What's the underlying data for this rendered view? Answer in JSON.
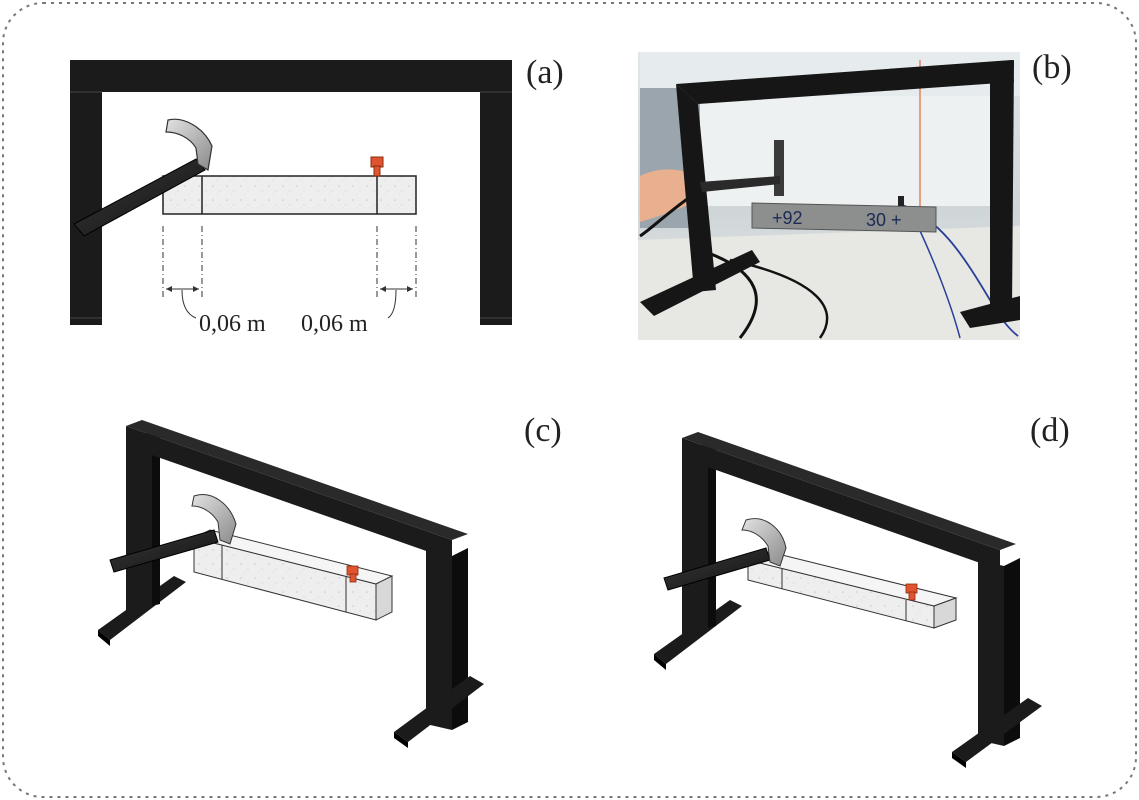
{
  "panels": {
    "a": {
      "label": "(a)",
      "dim_left": "0,06 m",
      "dim_right": "0,06 m"
    },
    "b": {
      "label": "(b)",
      "mark_left": "+92",
      "mark_right": "30 +"
    },
    "c": {
      "label": "(c)"
    },
    "d": {
      "label": "(d)"
    }
  },
  "colors": {
    "frame": "#1b1b1b",
    "beam": "#efefef",
    "sensor": "#e0552f",
    "hammer_head": "#a9a9a9",
    "hammer_handle": "#1f1f1f",
    "border": "#777777"
  }
}
